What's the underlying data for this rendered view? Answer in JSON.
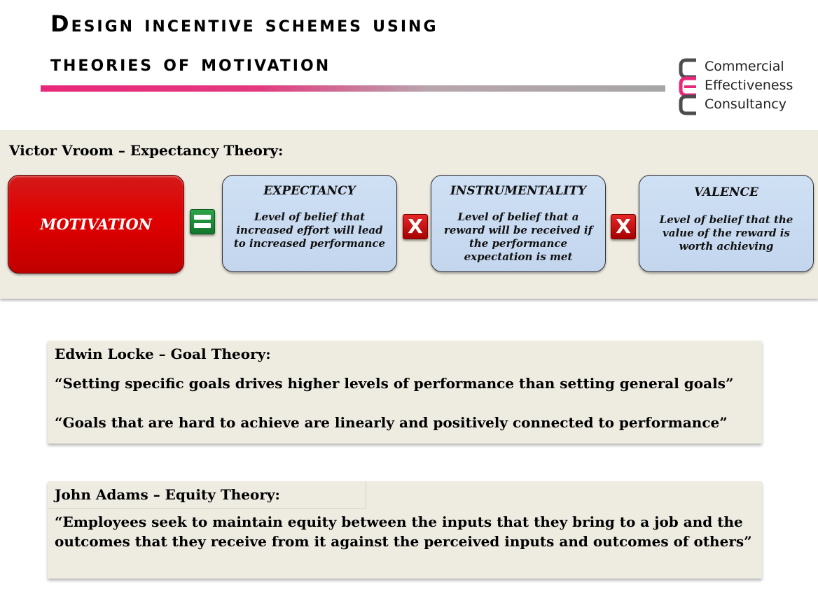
{
  "header": {
    "title_line1": "Design incentive schemes using",
    "title_line2": "theories of motivation"
  },
  "logo": {
    "line1": "Commercial",
    "line2": "Effectiveness",
    "line3": "Consultancy",
    "colors": {
      "outer": "#4d4d4d",
      "middle": "#e8287a"
    }
  },
  "vroom": {
    "heading": "Victor Vroom – Expectancy Theory:",
    "motivation_label": "MOTIVATION",
    "factors": [
      {
        "title": "EXPECTANCY",
        "description": "Level of belief that increased effort will lead to increased performance"
      },
      {
        "title": "INSTRUMENTALITY",
        "description": "Level of belief that a reward will be received if the performance expectation is met"
      },
      {
        "title": "VALENCE",
        "description": "Level of belief that the value of the reward is worth achieving"
      }
    ],
    "operators": {
      "equals_icon": "equals-icon",
      "times_icon": "x-icon",
      "times_glyph": "X"
    },
    "colors": {
      "motivation": "#d40000",
      "factor_fill": "#c6d9f1",
      "equals": "#1e8c3a",
      "times": "#d40000"
    }
  },
  "locke": {
    "heading": "Edwin Locke – Goal Theory:",
    "quote1": "“Setting specific goals drives higher levels of performance than setting general goals”",
    "quote2": "“Goals that are hard to achieve are linearly and positively connected to performance”"
  },
  "adams": {
    "heading": "John Adams – Equity Theory:",
    "quote": "“Employees seek to maintain equity between the inputs that they bring to a job and the outcomes that they receive from it against the perceived inputs and outcomes of others”"
  },
  "theme": {
    "panel_bg": "#eeebe1",
    "rule_gradient": [
      "#e8287a",
      "#a6a6a6"
    ]
  }
}
